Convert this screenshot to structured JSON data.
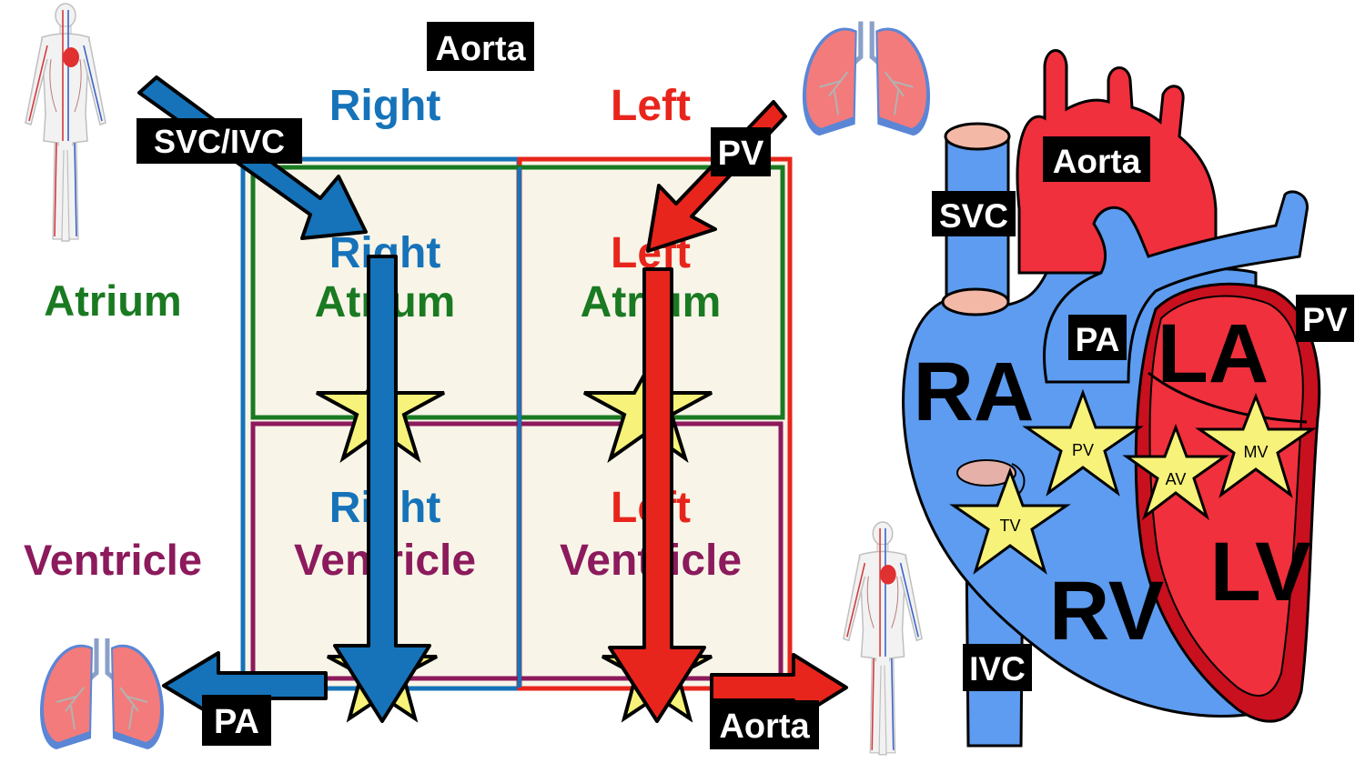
{
  "grid": {
    "col_right": "Right",
    "col_left": "Left",
    "row_atrium": "Atrium",
    "row_ventricle": "Ventricle",
    "cell_ra_line1": "Right",
    "cell_ra_line2": "Atrium",
    "cell_la_line1": "Left",
    "cell_la_line2": "Atrium",
    "cell_rv_line1": "Right",
    "cell_rv_line2": "Ventricle",
    "cell_lv_line1": "Left",
    "cell_lv_line2": "Ventricle"
  },
  "flow_labels": {
    "aorta_top": "Aorta",
    "svc_ivc": "SVC/IVC",
    "pv": "PV",
    "pa": "PA",
    "aorta_bottom": "Aorta"
  },
  "heart": {
    "aorta": "Aorta",
    "svc": "SVC",
    "pa": "PA",
    "pv": "PV",
    "ivc": "IVC",
    "ra": "RA",
    "la": "LA",
    "rv": "RV",
    "lv": "LV",
    "valve_pv": "PV",
    "valve_av": "AV",
    "valve_mv": "MV",
    "valve_tv": "TV"
  },
  "colors": {
    "right_blue": "#1673b9",
    "left_red": "#e8251c",
    "atrium_green": "#1a7a22",
    "ventricle_purple": "#8c1a5c",
    "cell_bg": "#f8f5e8",
    "star_yellow": "#f7f27a",
    "heart_blue": "#5d9cf0",
    "heart_red": "#f0303c",
    "heart_dark_red": "#c8101e",
    "lung_pink": "#f37b7b",
    "lung_blue": "#5b86d6"
  }
}
